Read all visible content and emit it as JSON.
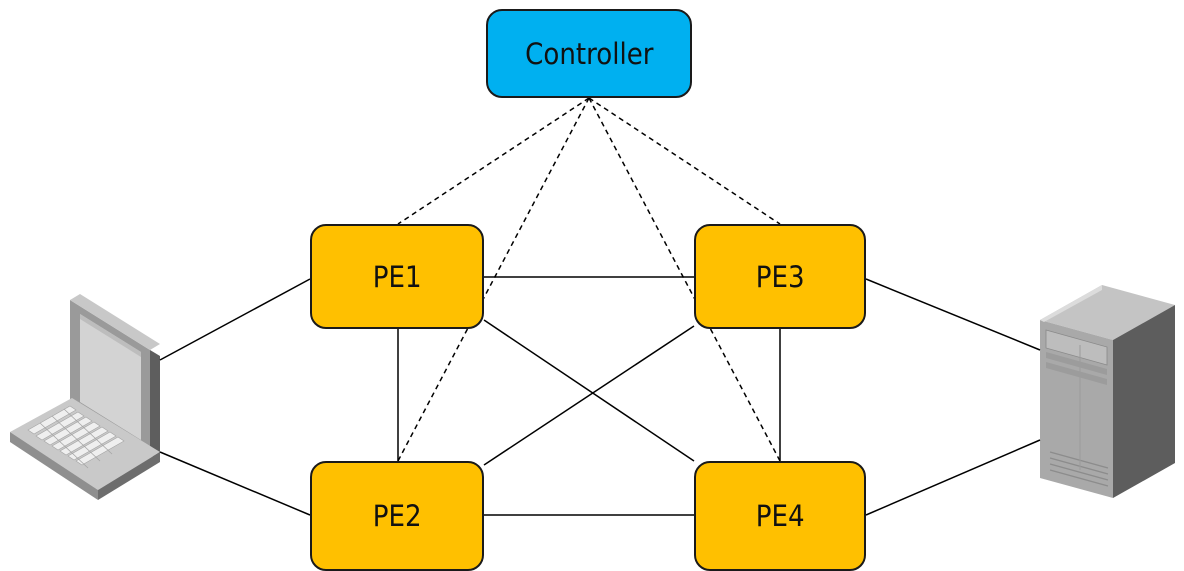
{
  "nodes": {
    "controller": {
      "label": "Controller",
      "color": "#00b0f0"
    },
    "pe1": {
      "label": "PE1",
      "color": "#ffc000"
    },
    "pe2": {
      "label": "PE2",
      "color": "#ffc000"
    },
    "pe3": {
      "label": "PE3",
      "color": "#ffc000"
    },
    "pe4": {
      "label": "PE4",
      "color": "#ffc000"
    }
  },
  "devices": {
    "client": {
      "icon": "laptop-icon"
    },
    "server": {
      "icon": "server-tower-icon"
    }
  },
  "links": {
    "physical": [
      [
        "client",
        "pe1"
      ],
      [
        "client",
        "pe2"
      ],
      [
        "pe1",
        "pe3"
      ],
      [
        "pe1",
        "pe2"
      ],
      [
        "pe1",
        "pe4"
      ],
      [
        "pe2",
        "pe3"
      ],
      [
        "pe2",
        "pe4"
      ],
      [
        "pe3",
        "pe4"
      ],
      [
        "pe3",
        "server"
      ],
      [
        "pe4",
        "server"
      ]
    ],
    "control": [
      [
        "controller",
        "pe1"
      ],
      [
        "controller",
        "pe2"
      ],
      [
        "controller",
        "pe3"
      ],
      [
        "controller",
        "pe4"
      ]
    ]
  },
  "colors": {
    "line": "#000000",
    "border": "#1a1a1a"
  }
}
